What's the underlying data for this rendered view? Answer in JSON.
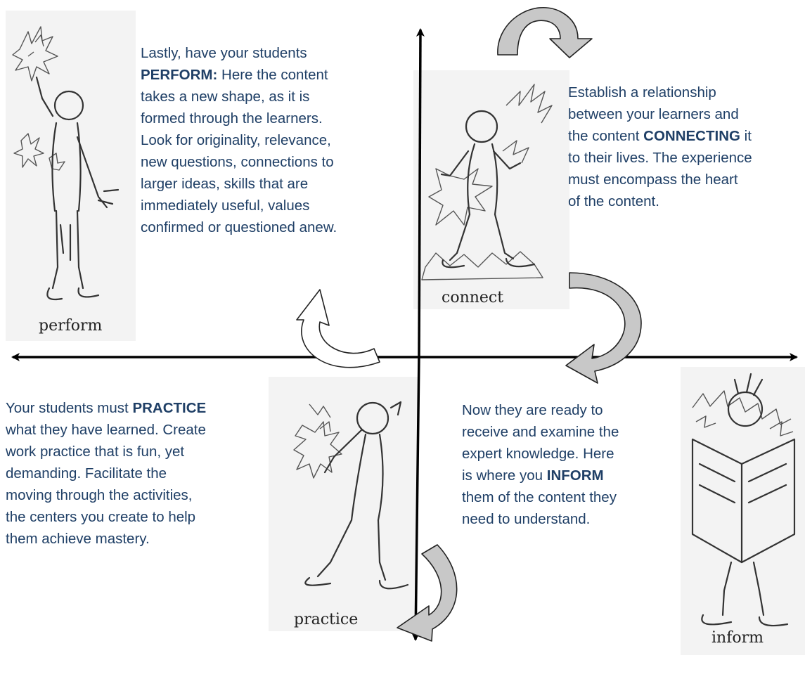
{
  "stages": {
    "perform": {
      "caption": "perform",
      "lines": [
        [
          {
            "t": "Lastly, have your students"
          }
        ],
        [
          {
            "t": "PERFORM:",
            "b": true
          },
          {
            "t": " Here the content"
          }
        ],
        [
          {
            "t": "takes a new shape, as it is"
          }
        ],
        [
          {
            "t": "formed through the learners."
          }
        ],
        [
          {
            "t": "Look for originality, relevance,"
          }
        ],
        [
          {
            "t": "new questions, connections to"
          }
        ],
        [
          {
            "t": "larger ideas, skills that are"
          }
        ],
        [
          {
            "t": "immediately useful, values"
          }
        ],
        [
          {
            "t": "confirmed or questioned anew."
          }
        ]
      ]
    },
    "connect": {
      "caption": "connect",
      "lines": [
        [
          {
            "t": "Establish a relationship"
          }
        ],
        [
          {
            "t": "between your learners and"
          }
        ],
        [
          {
            "t": "the content "
          },
          {
            "t": "CONNECTING",
            "b": true
          },
          {
            "t": " it"
          }
        ],
        [
          {
            "t": "to their lives. The experience"
          }
        ],
        [
          {
            "t": "must encompass the heart"
          }
        ],
        [
          {
            "t": "of the content."
          }
        ]
      ]
    },
    "practice": {
      "caption": "practice",
      "lines": [
        [
          {
            "t": "Your students must "
          },
          {
            "t": "PRACTICE",
            "b": true
          }
        ],
        [
          {
            "t": "what they have learned. Create"
          }
        ],
        [
          {
            "t": "work practice that is fun, yet"
          }
        ],
        [
          {
            "t": "demanding. Facilitate the"
          }
        ],
        [
          {
            "t": "moving through the activities,"
          }
        ],
        [
          {
            "t": "the centers you create to help"
          }
        ],
        [
          {
            "t": "them achieve mastery."
          }
        ]
      ]
    },
    "inform": {
      "caption": "inform",
      "lines": [
        [
          {
            "t": "Now they are ready to"
          }
        ],
        [
          {
            "t": "receive and examine the"
          }
        ],
        [
          {
            "t": "expert knowledge. Here"
          }
        ],
        [
          {
            "t": "is where you "
          },
          {
            "t": "INFORM",
            "b": true
          }
        ],
        [
          {
            "t": "them of the content they"
          }
        ],
        [
          {
            "t": "need to understand."
          }
        ]
      ]
    }
  },
  "colors": {
    "text": "#1f3f66",
    "axis": "#000000",
    "arrow_fill": "#c8c8c8",
    "arrow_stroke": "#222222"
  }
}
